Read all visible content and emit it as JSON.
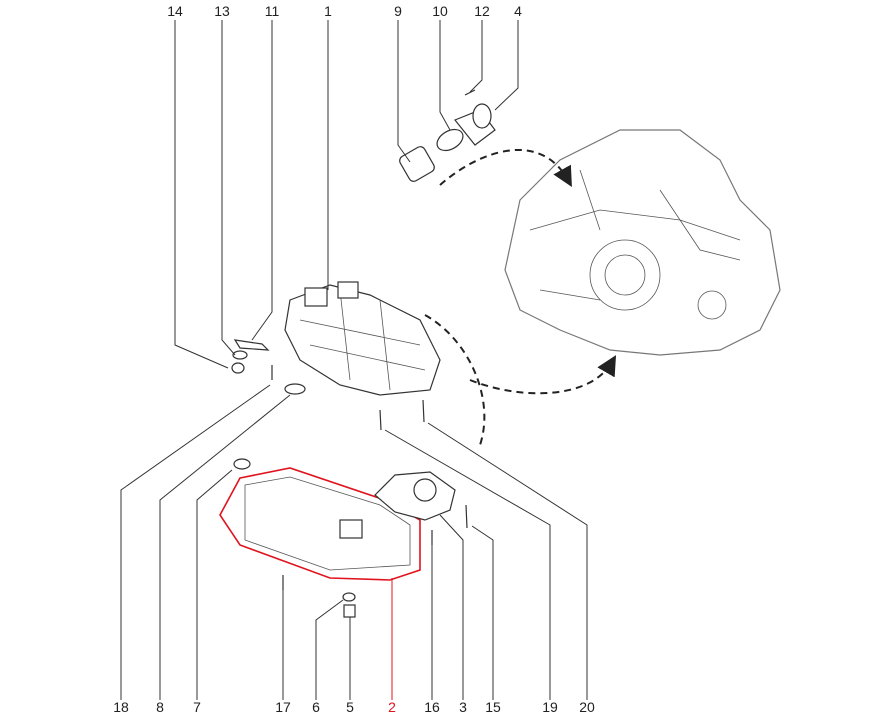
{
  "diagram": {
    "callouts_top": [
      "14",
      "13",
      "11",
      "1",
      "9",
      "10",
      "12",
      "4"
    ],
    "callouts_bottom": [
      "18",
      "8",
      "7",
      "17",
      "6",
      "5",
      "2",
      "16",
      "3",
      "15",
      "19",
      "20"
    ],
    "highlighted_callout": "2",
    "highlight_color": "#e0141e"
  }
}
